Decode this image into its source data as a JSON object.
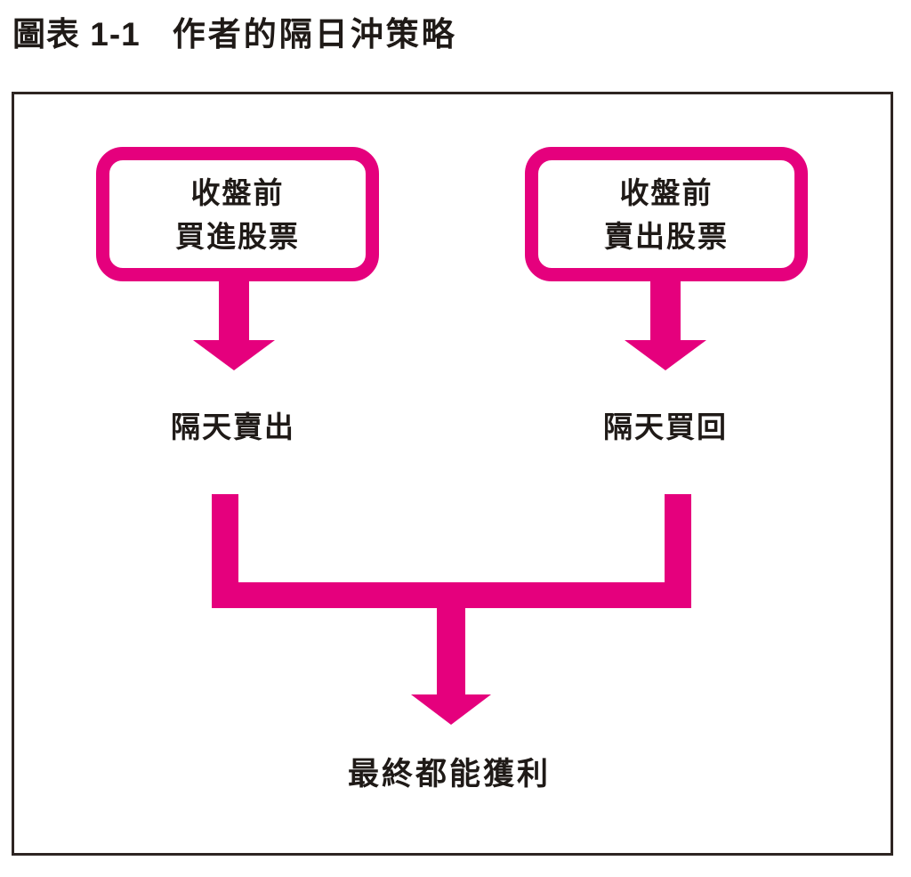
{
  "title": {
    "label": "圖表 1-1",
    "text": "作者的隔日沖策略"
  },
  "colors": {
    "accent_magenta": "#e5007d",
    "text_ink": "#1f1a17",
    "frame_border": "#2e2522",
    "background": "#ffffff"
  },
  "flow": {
    "branches": [
      {
        "id": "buy-before-close",
        "box_lines": [
          "收盤前",
          "買進股票"
        ],
        "next_day_label": "隔天賣出"
      },
      {
        "id": "sell-before-close",
        "box_lines": [
          "收盤前",
          "賣出股票"
        ],
        "next_day_label": "隔天買回"
      }
    ],
    "outcome_label": "最終都能獲利"
  }
}
